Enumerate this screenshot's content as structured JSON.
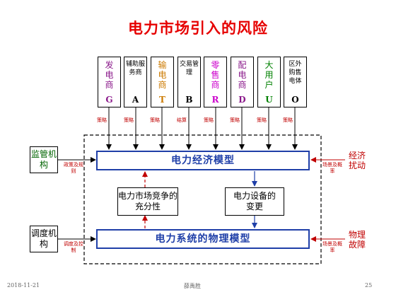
{
  "title": "电力市场引入的风险",
  "participants": [
    {
      "name": "发电商",
      "code": "G",
      "color": "#8b1a8b",
      "arrow_label": "策略"
    },
    {
      "name": "辅助服务商",
      "code": "A",
      "color": "#000000",
      "arrow_label": "策略"
    },
    {
      "name": "输电商",
      "code": "T",
      "color": "#cc7a00",
      "arrow_label": "策略"
    },
    {
      "name": "交易管理",
      "code": "B",
      "color": "#000000",
      "arrow_label": "结算"
    },
    {
      "name": "零售商",
      "code": "R",
      "color": "#cc00cc",
      "arrow_label": "策略"
    },
    {
      "name": "配电商",
      "code": "D",
      "color": "#8b1a8b",
      "arrow_label": "策略"
    },
    {
      "name": "大用户",
      "code": "U",
      "color": "#008000",
      "arrow_label": "策略"
    },
    {
      "name": "区外购售电体",
      "code": "O",
      "color": "#000000",
      "arrow_label": "策略"
    }
  ],
  "models": {
    "economic": "电力经济模型",
    "physical": "电力系统的物理模型"
  },
  "middle": {
    "competition": "电力市场竞争的充分性",
    "equipment": "电力设备的变更"
  },
  "left": {
    "regulator": {
      "label": "监管机构",
      "arrow_label": "政策及规则"
    },
    "dispatch": {
      "label": "调度机构",
      "arrow_label": "调度及控制"
    }
  },
  "right": {
    "economic_disturbance": {
      "label": "经济扰动",
      "arrow_label": "场景及概率"
    },
    "physical_fault": {
      "label": "物理故障",
      "arrow_label": "场景及概率"
    }
  },
  "footer": {
    "date": "2018-11-21",
    "author": "薛禹胜",
    "page": "25"
  },
  "colors": {
    "title": "#e60000",
    "model": "#1f3fa8",
    "arrow_red": "#c00000",
    "side_green": "#006400"
  }
}
